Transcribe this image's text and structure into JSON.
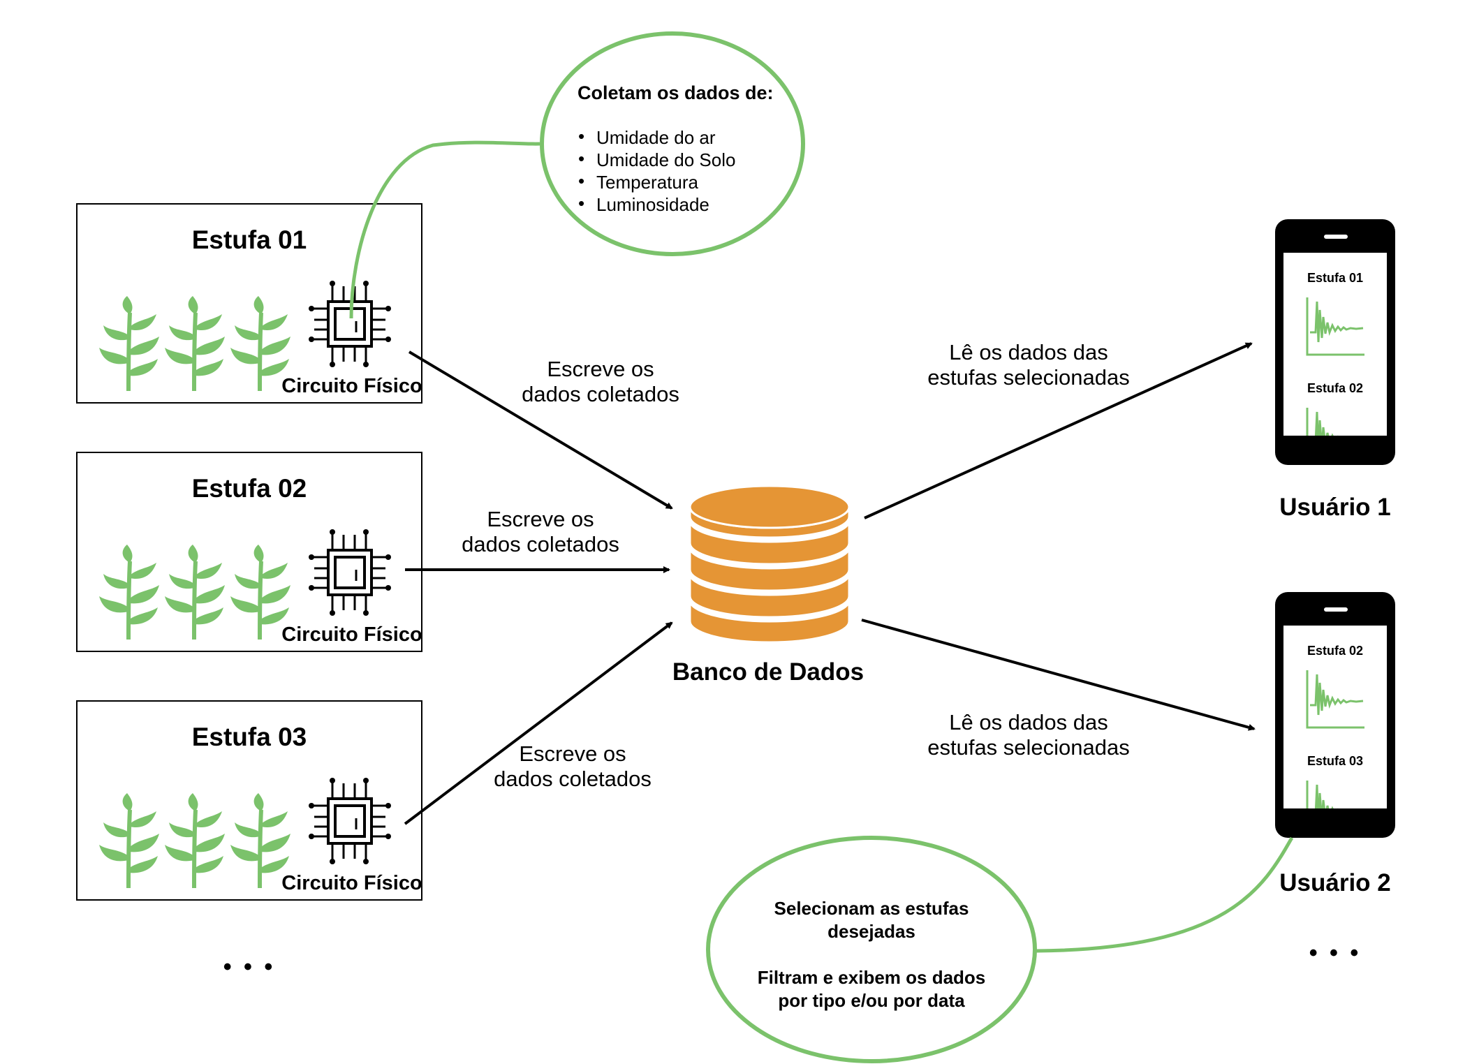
{
  "greenhouses": [
    {
      "title": "Estufa 01",
      "circuit_label": "Circuito Físico"
    },
    {
      "title": "Estufa 02",
      "circuit_label": "Circuito Físico"
    },
    {
      "title": "Estufa 03",
      "circuit_label": "Circuito Físico"
    }
  ],
  "greenhouses_more": "• • •",
  "arrows": {
    "write1": [
      "Escreve os",
      "dados coletados"
    ],
    "write2": [
      "Escreve os",
      "dados coletados"
    ],
    "write3": [
      "Escreve os",
      "dados coletados"
    ],
    "read1": [
      "Lê os dados das",
      "estufas selecionadas"
    ],
    "read2": [
      "Lê os dados das",
      "estufas selecionadas"
    ]
  },
  "database": {
    "label": "Banco de Dados"
  },
  "collect_bubble": {
    "title": "Coletam os dados de:",
    "items": [
      "Umidade do ar",
      "Umidade do Solo",
      "Temperatura",
      "Luminosidade"
    ]
  },
  "users": [
    {
      "label": "Usuário 1",
      "screens": [
        "Estufa 01",
        "Estufa 02"
      ]
    },
    {
      "label": "Usuário 2",
      "screens": [
        "Estufa 02",
        "Estufa 03"
      ]
    }
  ],
  "users_more": "• • •",
  "user_bubble": {
    "line1": [
      "Selecionam as estufas",
      "desejadas"
    ],
    "line2": [
      "Filtram e exibem os dados",
      "por tipo e/ou por data"
    ]
  },
  "colors": {
    "green": "#7bc26b",
    "orange": "#e59535",
    "black": "#000000"
  }
}
